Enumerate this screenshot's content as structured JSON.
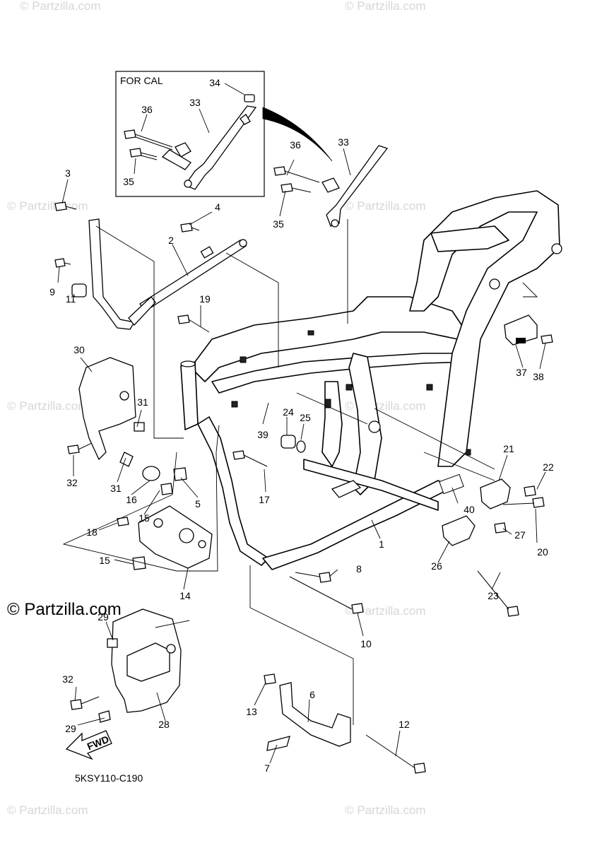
{
  "watermark_text": "© Partzilla.com",
  "main_watermark_text": "© Partzilla.com",
  "inset": {
    "title": "FOR CAL"
  },
  "diagram_code": "5KSY110-C190",
  "fwd_label": "FWD",
  "callouts": {
    "c1": "1",
    "c2": "2",
    "c3": "3",
    "c4": "4",
    "c5": "5",
    "c6": "6",
    "c7": "7",
    "c8": "8",
    "c9": "9",
    "c10": "10",
    "c11": "11",
    "c12": "12",
    "c13": "13",
    "c14": "14",
    "c15a": "15",
    "c15b": "15",
    "c16": "16",
    "c17": "17",
    "c18": "18",
    "c19": "19",
    "c20": "20",
    "c21": "21",
    "c22": "22",
    "c23": "23",
    "c24": "24",
    "c25": "25",
    "c26": "26",
    "c27": "27",
    "c28": "28",
    "c29": "29",
    "c29b": "29",
    "c30": "30",
    "c31a": "31",
    "c31b": "31",
    "c32a": "32",
    "c32b": "32",
    "c33a": "33",
    "c33b": "33",
    "c34": "34",
    "c35a": "35",
    "c35b": "35",
    "c36a": "36",
    "c36b": "36",
    "c37": "37",
    "c38": "38",
    "c39": "39",
    "c40": "40"
  }
}
